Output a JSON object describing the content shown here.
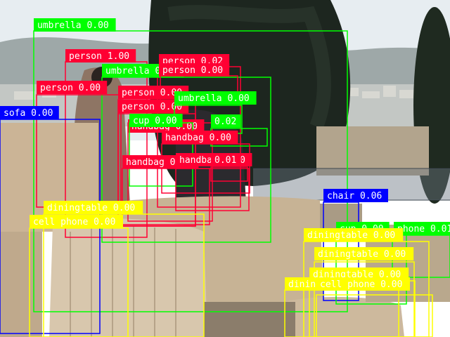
{
  "image": {
    "description_colors": {
      "sky": "#e9eef2",
      "stone": "#cdb89c",
      "tree": "#1f2a20",
      "fence": "#3d4650"
    }
  },
  "class_colors": {
    "umbrella": "#00ff00",
    "person": "#ff0033",
    "handbag": "#ff0033",
    "sofa": "#0000ff",
    "chair": "#0000ff",
    "cup": "#00ff00",
    "diningtable": "#ffff00",
    "cell phone": "#ffff00"
  },
  "detections": [
    {
      "label": "umbrella 0.00",
      "cls": "umbrella"
    },
    {
      "label": "person 1.00",
      "cls": "person"
    },
    {
      "label": "person 0.02",
      "cls": "person"
    },
    {
      "label": "umbrella 0.00",
      "cls": "umbrella"
    },
    {
      "label": "person 0.00",
      "cls": "person"
    },
    {
      "label": "person 0.00",
      "cls": "person"
    },
    {
      "label": "person 0.00",
      "cls": "person"
    },
    {
      "label": "person 0.00",
      "cls": "person"
    },
    {
      "label": "umbrella 0.00",
      "cls": "umbrella"
    },
    {
      "label": "handbag 0.00",
      "cls": "handbag"
    },
    {
      "label": "cup 0.00",
      "cls": "cup"
    },
    {
      "label": "0.02",
      "cls": "cup"
    },
    {
      "label": "handbag 0.00",
      "cls": "handbag"
    },
    {
      "label": "handbag 0.00",
      "cls": "handbag"
    },
    {
      "label": "handbag 0.00",
      "cls": "handbag"
    },
    {
      "label": "0.01",
      "cls": "handbag"
    },
    {
      "label": "sofa 0.00",
      "cls": "sofa"
    },
    {
      "label": "chair 0.06",
      "cls": "chair"
    },
    {
      "label": "diningtable 0.00",
      "cls": "diningtable"
    },
    {
      "label": "cell phone 0.00",
      "cls": "cell phone"
    },
    {
      "label": "cup 0.00",
      "cls": "cup"
    },
    {
      "label": "phone 0.01",
      "cls": "cup"
    },
    {
      "label": "diningtable 0.00",
      "cls": "diningtable"
    },
    {
      "label": "diningtable 0.00",
      "cls": "diningtable"
    },
    {
      "label": "diningtable 0.00",
      "cls": "diningtable"
    },
    {
      "label": "diningtable 0.00",
      "cls": "diningtable"
    },
    {
      "label": "cell phone 0.00",
      "cls": "cell phone"
    }
  ]
}
